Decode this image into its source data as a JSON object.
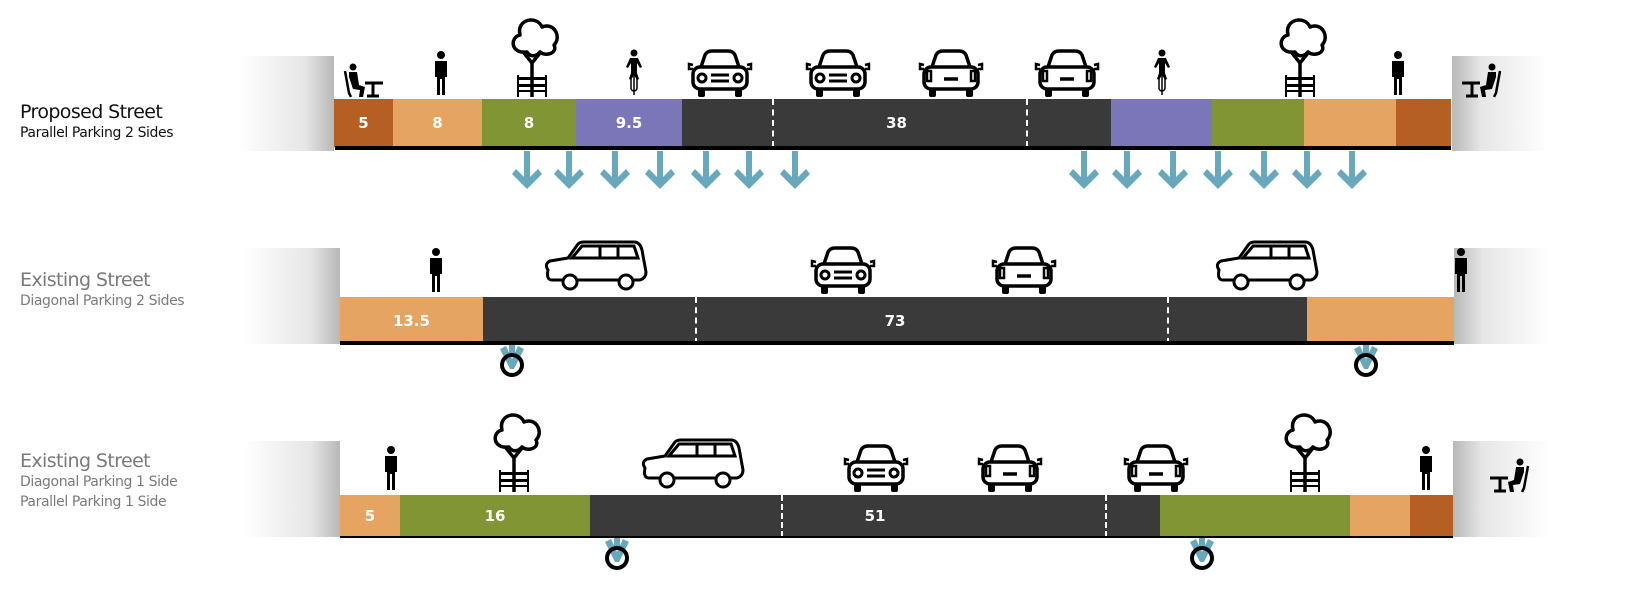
{
  "colors": {
    "furniture_zone": "#b55f24",
    "sidewalk": "#e6a462",
    "planting_zone": "#829535",
    "bike_lane": "#7a76b8",
    "roadway": "#3a3a3a",
    "flow_arrow": "#67a8bd",
    "curb": "#c8c8c8"
  },
  "sections": [
    {
      "id": "proposed",
      "title": "Proposed Street",
      "subtitle_lines": [
        "Parallel Parking 2 Sides"
      ],
      "segments": [
        {
          "type": "furniture",
          "width_ft": 5,
          "label": "5"
        },
        {
          "type": "sidewalk",
          "width_ft": 8,
          "label": "8"
        },
        {
          "type": "planting",
          "width_ft": 8,
          "label": "8"
        },
        {
          "type": "bike",
          "width_ft": 9.5,
          "label": "9.5"
        },
        {
          "type": "roadway",
          "width_ft": 38,
          "label": "38"
        },
        {
          "type": "bike",
          "width_ft": 9.5,
          "label": ""
        },
        {
          "type": "planting",
          "width_ft": 8,
          "label": ""
        },
        {
          "type": "sidewalk",
          "width_ft": 8,
          "label": ""
        },
        {
          "type": "furniture",
          "width_ft": 5,
          "label": ""
        }
      ],
      "icons": [
        "cafe-seating",
        "pedestrian",
        "tree-with-bench",
        "cyclist",
        "car-front",
        "car-front",
        "car-rear",
        "car-rear",
        "cyclist",
        "tree-with-bench",
        "pedestrian",
        "cafe-seating"
      ],
      "stormwater": "infiltration-arrows",
      "arrow_groups": [
        7,
        7
      ]
    },
    {
      "id": "existing-diagonal",
      "title": "Existing Street",
      "subtitle_lines": [
        "Diagonal Parking 2 Sides"
      ],
      "segments": [
        {
          "type": "sidewalk",
          "width_ft": 13.5,
          "label": "13.5"
        },
        {
          "type": "roadway",
          "width_ft": 73,
          "label": "73"
        },
        {
          "type": "sidewalk",
          "width_ft": 13.5,
          "label": ""
        }
      ],
      "icons": [
        "pedestrian",
        "station-wagon",
        "car-front",
        "car-rear",
        "station-wagon",
        "pedestrian"
      ],
      "stormwater": "storm-drain",
      "drains": 2
    },
    {
      "id": "existing-mixed",
      "title": "Existing Street",
      "subtitle_lines": [
        "Diagonal Parking 1 Side",
        "Parallel Parking 1 Side"
      ],
      "segments": [
        {
          "type": "sidewalk",
          "width_ft": 5,
          "label": "5"
        },
        {
          "type": "planting",
          "width_ft": 16,
          "label": "16"
        },
        {
          "type": "roadway",
          "width_ft": 51,
          "label": "51"
        },
        {
          "type": "planting",
          "width_ft": 16,
          "label": ""
        },
        {
          "type": "sidewalk",
          "width_ft": 5,
          "label": ""
        },
        {
          "type": "furniture",
          "width_ft": 5,
          "label": ""
        }
      ],
      "icons": [
        "pedestrian",
        "tree-with-bench",
        "station-wagon",
        "car-front",
        "car-rear",
        "car-rear",
        "tree-with-bench",
        "pedestrian",
        "cafe-seating"
      ],
      "stormwater": "storm-drain",
      "drains": 2
    }
  ]
}
